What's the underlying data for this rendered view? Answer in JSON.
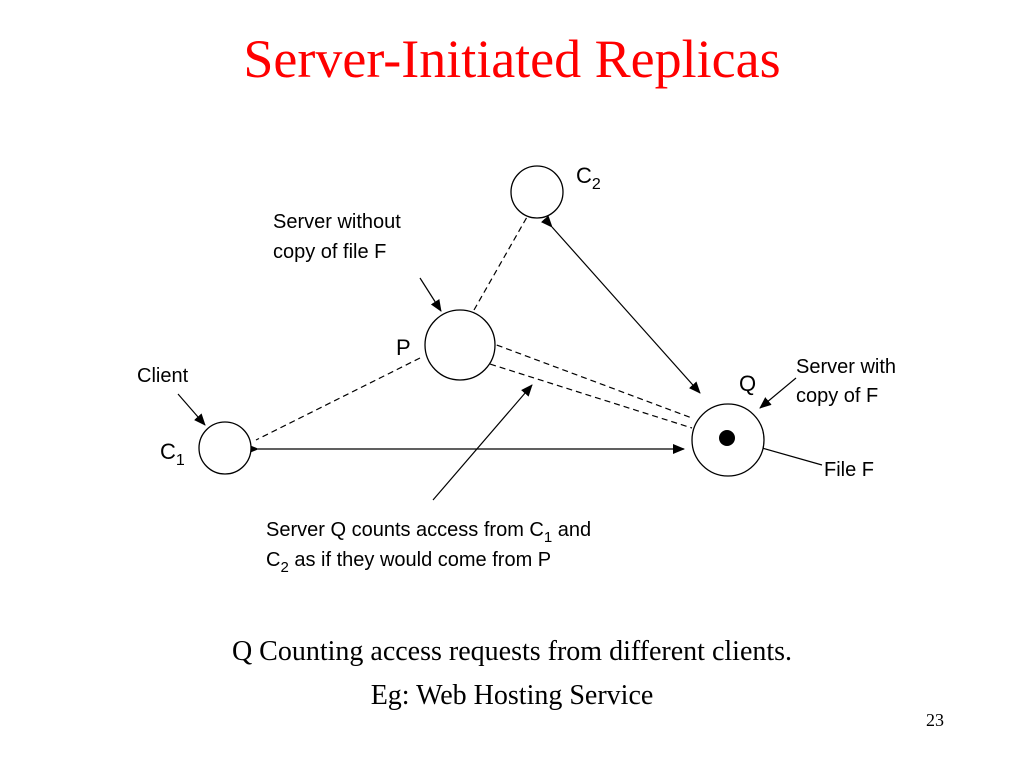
{
  "slide": {
    "title": "Server-Initiated Replicas",
    "caption_line1": "Q Counting access requests from different clients.",
    "caption_line2": "Eg: Web Hosting Service",
    "page_number": "23"
  },
  "diagram": {
    "node_c2_letter": "C",
    "node_c2_sub": "2",
    "node_p": "P",
    "node_q": "Q",
    "node_c1_letter": "C",
    "node_c1_sub": "1",
    "label_server_without_line1": "Server without",
    "label_server_without_line2": "copy of file F",
    "label_client": "Client",
    "label_server_with_line1": "Server with",
    "label_server_with_line2": "copy of F",
    "label_file": "File F",
    "note_line1_a": "Server Q counts access from C",
    "note_line1_sub": "1",
    "note_line1_b": " and",
    "note_line2_a": "C",
    "note_line2_sub": "2",
    "note_line2_b": "  as if they would come from P"
  }
}
